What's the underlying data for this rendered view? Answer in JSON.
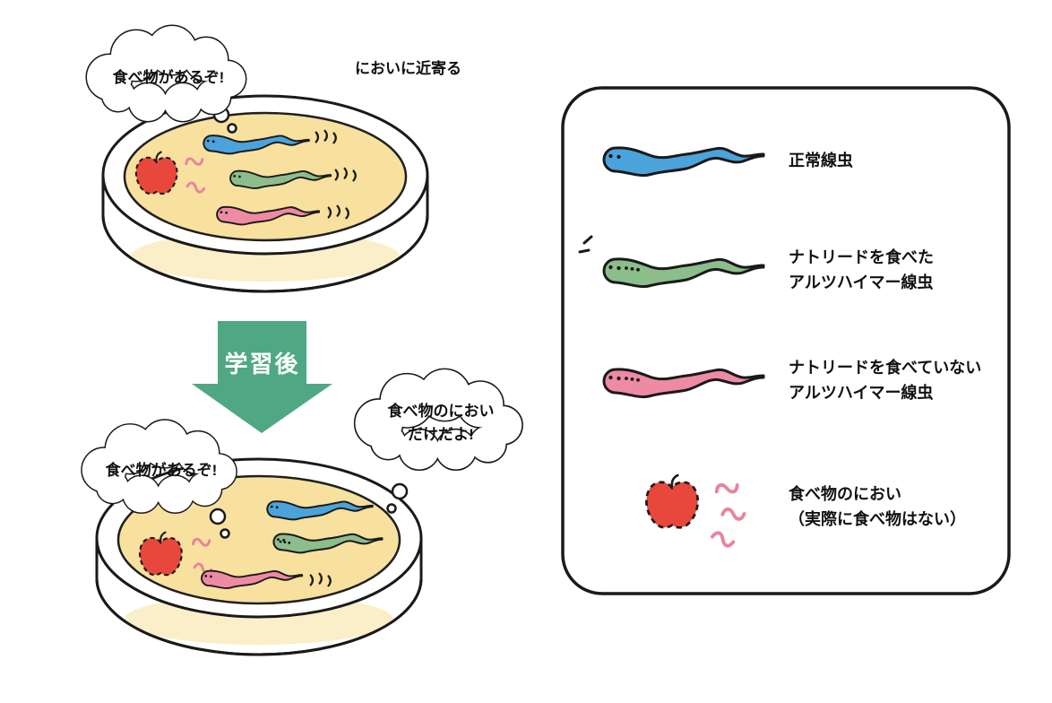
{
  "scene_before": {
    "thought_bubble": "食べ物があるぞ!",
    "caption": "においに近寄る"
  },
  "transition": {
    "arrow_label": "学習後"
  },
  "scene_after": {
    "thought_bubble_left": "食べ物があるぞ!",
    "thought_bubble_right_line1": "食べ物のにおい",
    "thought_bubble_right_line2": "だけだよ!"
  },
  "legend": {
    "items": [
      {
        "icon": "normal-worm-icon",
        "color": "#4BA3DC",
        "line1": "正常線虫",
        "line2": ""
      },
      {
        "icon": "alzheimer-worm-fed-icon",
        "color": "#8CBE8C",
        "line1": "ナトリードを食べた",
        "line2": "アルツハイマー線虫"
      },
      {
        "icon": "alzheimer-worm-unfed-icon",
        "color": "#EE8AA4",
        "line1": "ナトリードを食べていない",
        "line2": "アルツハイマー線虫"
      },
      {
        "icon": "food-smell-icon",
        "color": "#E8483B",
        "line1": "食べ物のにおい",
        "line2": "（実際に食べ物はない）"
      }
    ]
  },
  "colors": {
    "worm_blue": "#4BA3DC",
    "worm_green": "#8CBE8C",
    "worm_pink": "#EE8AA4",
    "apple_red": "#E8483B",
    "arrow_green": "#4FA883",
    "smell_pink": "#E8849B",
    "agar_yellow": "#F8E09E",
    "outline": "#1a1a1a"
  }
}
